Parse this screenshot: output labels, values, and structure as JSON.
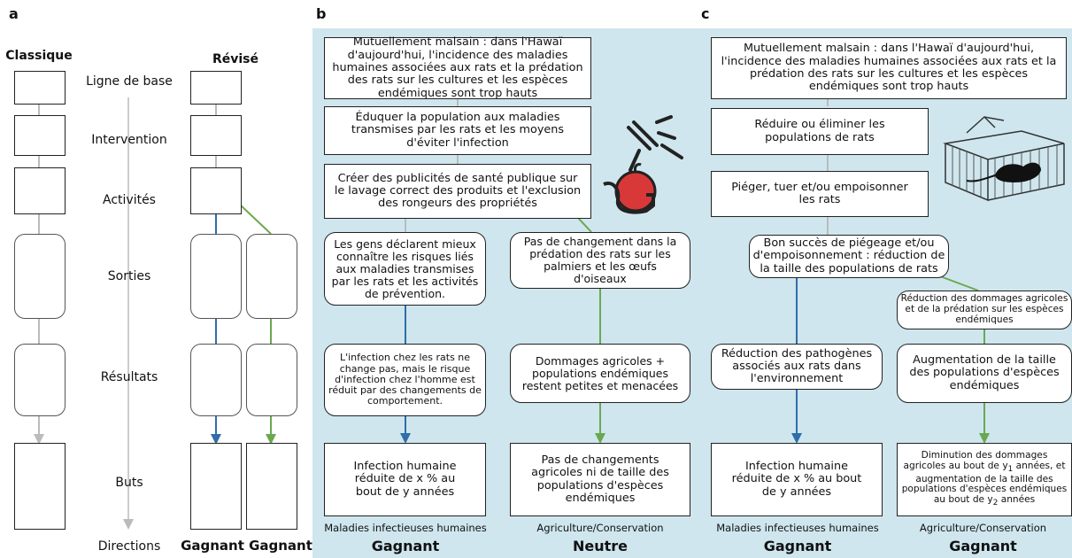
{
  "panel_a": {
    "label": "a",
    "classique": "Classique",
    "revise": "Révisé",
    "stages": [
      "Ligne de base",
      "Intervention",
      "Activités",
      "Sorties",
      "Résultats",
      "Buts",
      "Directions"
    ],
    "gagnant_1": "Gagnant",
    "gagnant_2": "Gagnant"
  },
  "panel_b": {
    "label": "b",
    "top": "Mutuellement malsain : dans l'Hawaï d'aujourd'hui, l'incidence des maladies humaines associées aux rats et la prédation des rats sur les cultures et les espèces endémiques sont trop hauts",
    "educate": "Éduquer la population aux maladies transmises par les rats et les moyens d'éviter l'infection",
    "ads": "Créer des publicités de santé publique sur le lavage correct des produits et l'exclusion des rongeurs des propriétés",
    "left_output": "Les gens déclarent mieux connaître les risques liés aux maladies transmises par les rats et les activités de prévention.",
    "right_output": "Pas de changement dans la prédation des rats sur les palmiers et les œufs d'oiseaux",
    "left_result": "L'infection chez les rats ne change pas, mais le risque d'infection chez l'homme est réduit par des changements de comportement.",
    "right_result": "Dommages agricoles + populations endémiques restent petites et menacées",
    "left_goal": "Infection humaine réduite de x % au bout de y années",
    "right_goal": "Pas de changements agricoles ni de taille des populations d'espèces endémiques",
    "left_domain": "Maladies infectieuses humaines",
    "right_domain": "Agriculture/Conservation",
    "left_direction": "Gagnant",
    "right_direction": "Neutre",
    "icon": "spray-apple-icon"
  },
  "panel_c": {
    "label": "c",
    "top": "Mutuellement malsain : dans l'Hawaï d'aujourd'hui, l'incidence des maladies humaines associées aux rats et la prédation des rats sur les cultures et les espèces endémiques sont trop hauts",
    "reduce": "Réduire ou éliminer les populations de rats",
    "trap": "Piéger, tuer et/ou empoisonner les rats",
    "success": "Bon succès de piégeage et/ou d'empoisonnement : réduction de la taille des populations de rats",
    "right_output": "Réduction des dommages agricoles et de la prédation sur les espèces endémiques",
    "left_result": "Réduction des pathogènes associés aux rats dans l'environnement",
    "right_result": "Augmentation de la taille des populations d'espèces endémiques",
    "left_goal": "Infection humaine réduite de x % au bout de y années",
    "right_goal_a": "Diminution des dommages agricoles au bout de ",
    "right_goal_y1": "y",
    "right_goal_sub1": "1",
    "right_goal_b": " années, et augmentation de la taille des populations d'espèces endémiques au bout de y",
    "right_goal_sub2": "2",
    "right_goal_c": " années",
    "left_domain": "Maladies infectieuses humaines",
    "right_domain": "Agriculture/Conservation",
    "left_direction": "Gagnant",
    "right_direction": "Gagnant",
    "icon": "rat-trap-icon"
  },
  "colors": {
    "panel_bg": "#cfe6ee",
    "blue_line": "#2f6ea8",
    "green_line": "#6aa84f",
    "grey_line": "#bbbbbb"
  }
}
